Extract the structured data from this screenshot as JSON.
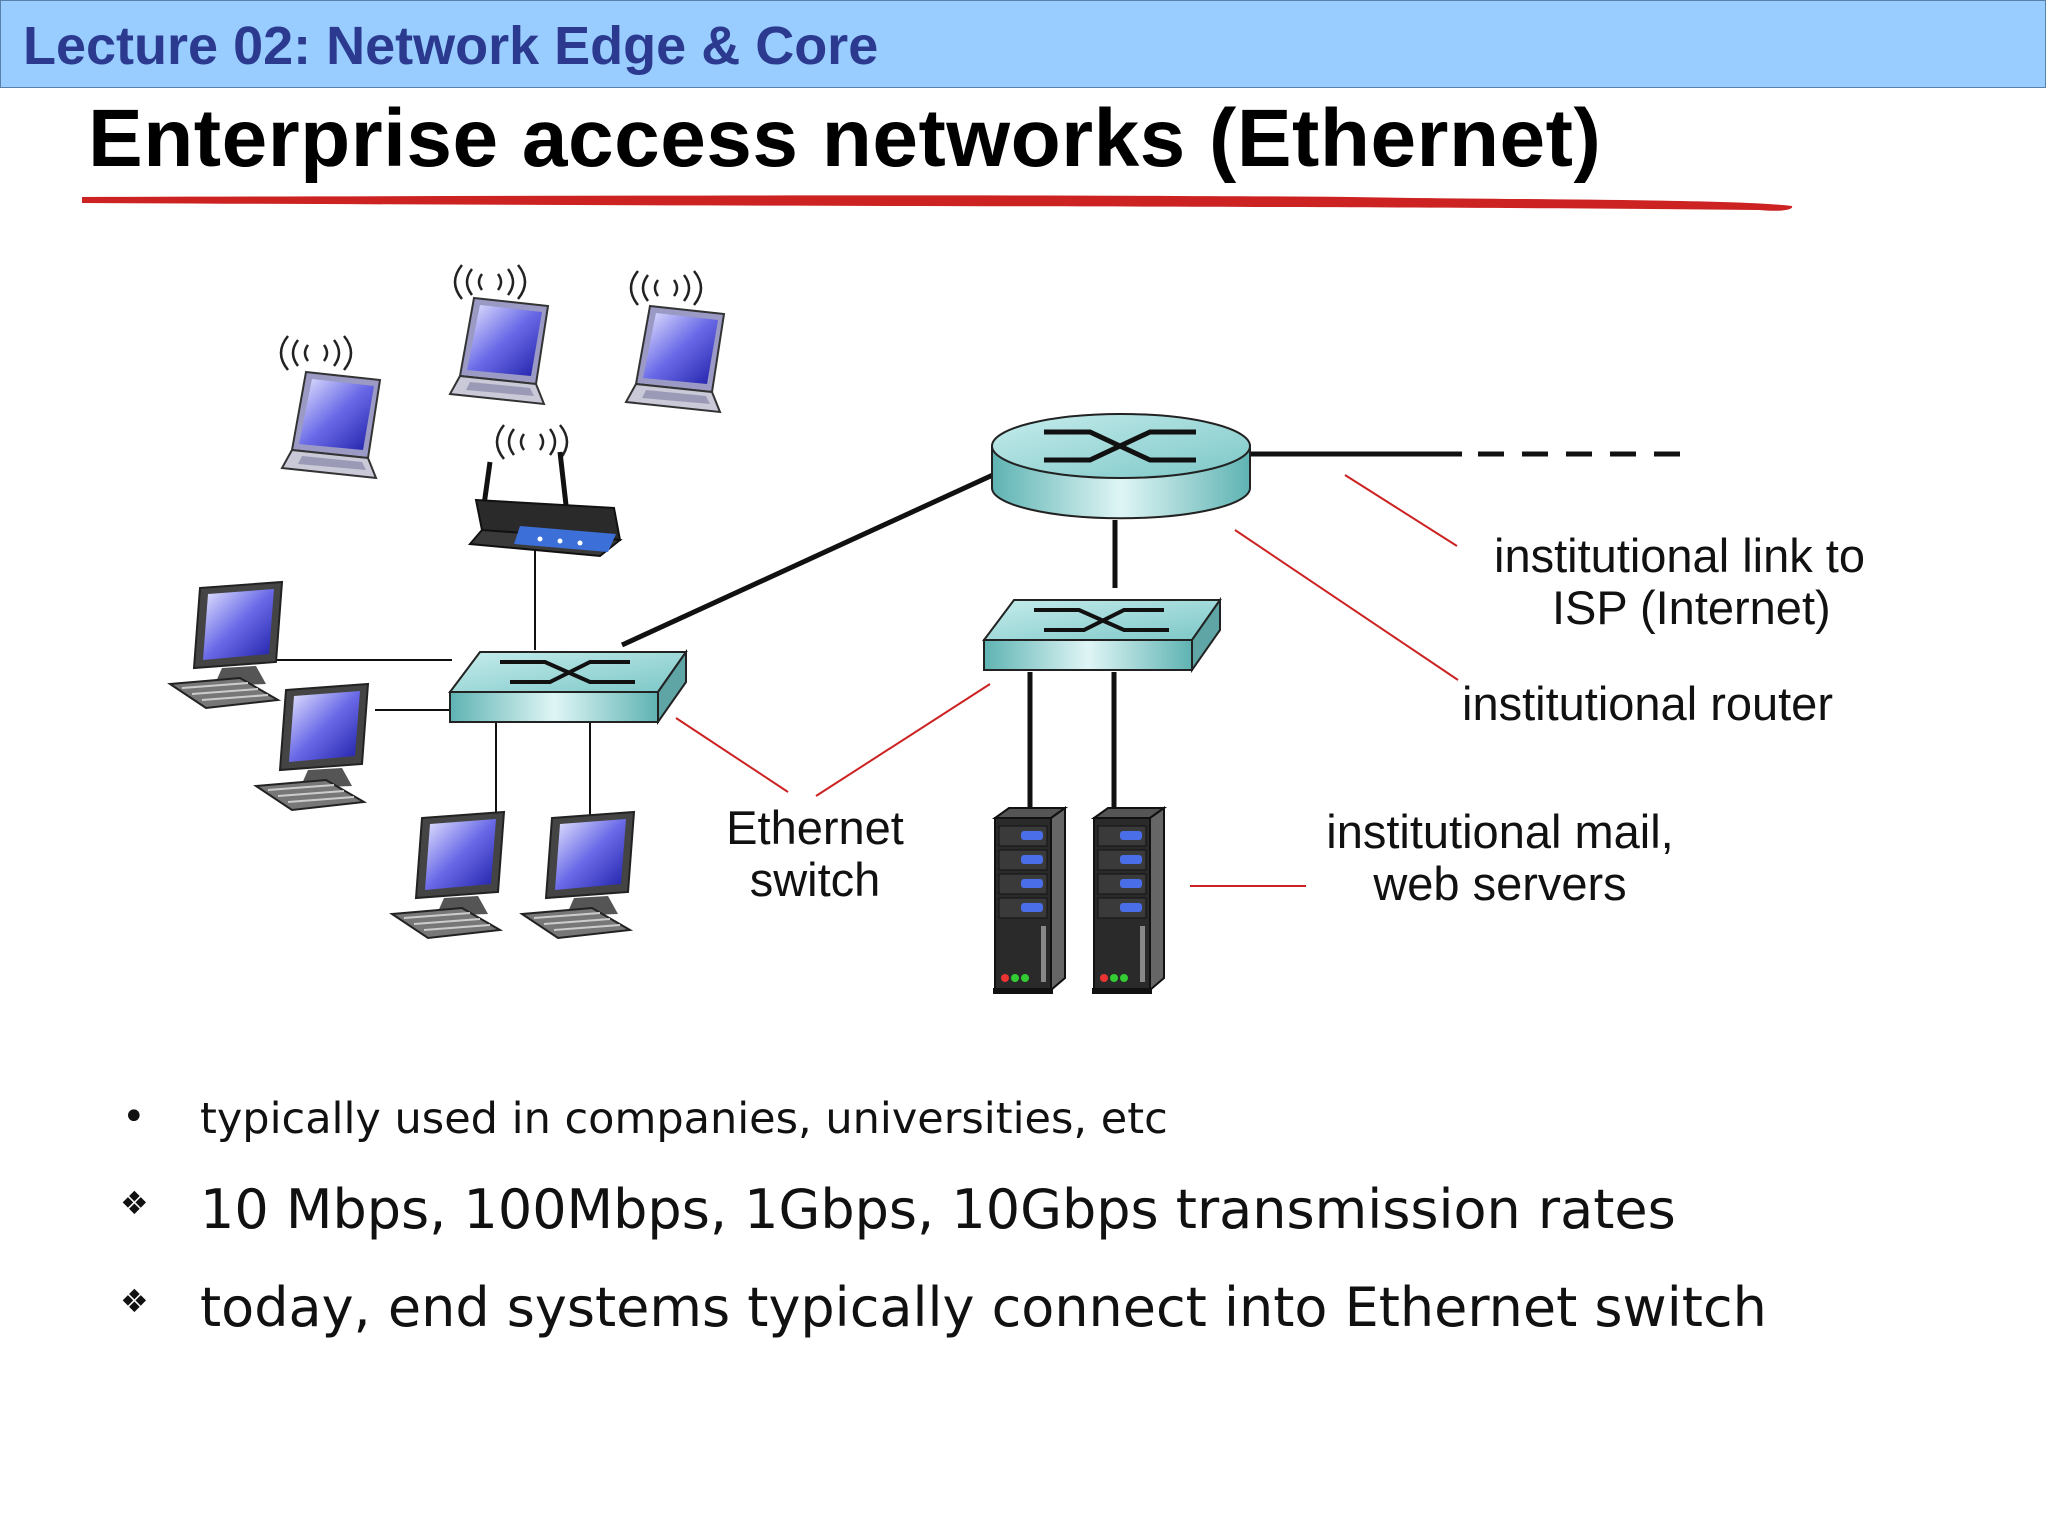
{
  "header": {
    "text": "Lecture 02: Network Edge & Core"
  },
  "title": "Enterprise access networks (Ethernet)",
  "labels": {
    "isp_link": [
      "institutional link to",
      "ISP (Internet)"
    ],
    "router": "institutional router",
    "servers": [
      "institutional mail,",
      "web servers"
    ],
    "switch": [
      "Ethernet",
      "switch"
    ]
  },
  "bullets": [
    {
      "marker": "•",
      "text": "typically used in companies, universities, etc"
    },
    {
      "marker": "❖",
      "text": "10 Mbps, 100Mbps, 1Gbps, 10Gbps transmission rates"
    },
    {
      "marker": "❖",
      "text": "today, end systems typically connect into Ethernet switch"
    }
  ],
  "colors": {
    "header_bg": "#99ccff",
    "header_text": "#2b3a8f",
    "underline": "#cc2222",
    "device_teal": "#9fd8d8",
    "annotation_line": "#cc2222"
  },
  "icons": [
    "laptop-icon",
    "wireless-router-icon",
    "desktop-icon",
    "ethernet-switch-icon",
    "router-icon",
    "server-icon",
    "wireless-waves-icon"
  ]
}
